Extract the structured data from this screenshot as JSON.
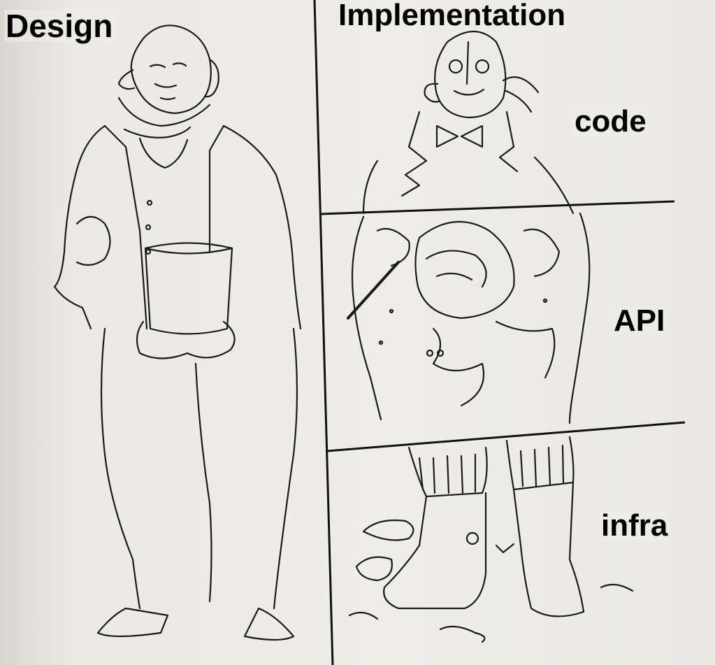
{
  "labels": {
    "left_panel": "Design",
    "right_panel": "Implementation",
    "layer_top": "code",
    "layer_middle": "API",
    "layer_bottom": "infra"
  },
  "colors": {
    "paper": "#eeede8",
    "ink": "#1a1a1a",
    "label_text": "#000000"
  }
}
